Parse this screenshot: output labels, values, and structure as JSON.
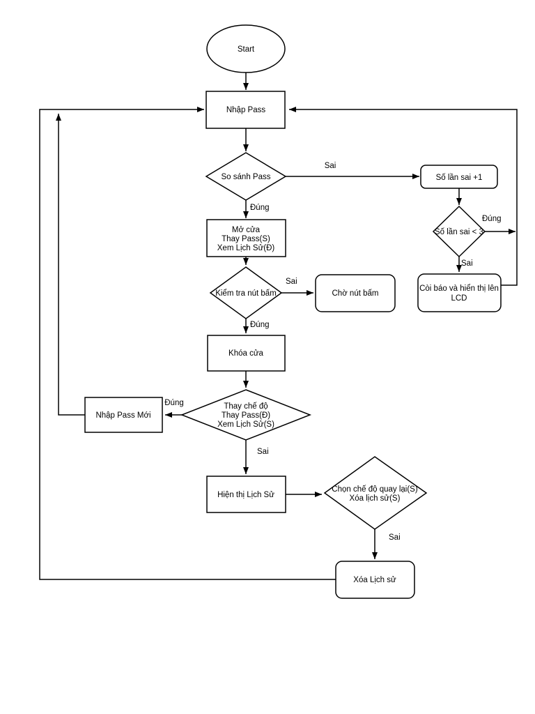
{
  "diagram": {
    "type": "flowchart",
    "background_color": "#ffffff",
    "stroke_color": "#000000",
    "fill_color": "#ffffff",
    "nodes": {
      "start": "Start",
      "nhap_pass": "Nhập Pass",
      "so_sanh_pass": "So sánh Pass",
      "mo_cua_lines": [
        "Mở cửa",
        "Thay Pass(S)",
        "Xem Lịch Sử(Đ)"
      ],
      "so_lan_sai_inc": "Số lần sai +1",
      "so_lan_sai_lt3": "Số lần sai < 3",
      "coi_bao_lines": [
        "Còi báo và hiển thị lên",
        "LCD"
      ],
      "kiem_tra_nut_bam": "Kiểm tra nút bấm",
      "cho_nut_bam": "Chờ nút bấm",
      "khoa_cua": "Khóa cửa",
      "thay_che_do_lines": [
        "Thay chế độ",
        "Thay Pass(Đ)",
        "Xem Lịch Sử(S)"
      ],
      "nhap_pass_moi": "Nhập Pass Mới",
      "hien_thi_lich_su": "Hiện thị Lịch Sử",
      "chon_che_do_lines": [
        "Chọn chế độ quay lại(S)",
        "Xóa lịch sử(S)"
      ],
      "xoa_lich_su": "Xóa Lịch sử"
    },
    "edge_labels": {
      "so_sanh_sai": "Sai",
      "so_sanh_dung": "Đúng",
      "lt3_dung": "Đúng",
      "lt3_sai": "Sai",
      "kiem_tra_sai": "Sai",
      "kiem_tra_dung": "Đúng",
      "thay_che_do_dung": "Đúng",
      "thay_che_do_sai": "Sai",
      "chon_che_do_sai": "Sai"
    }
  }
}
